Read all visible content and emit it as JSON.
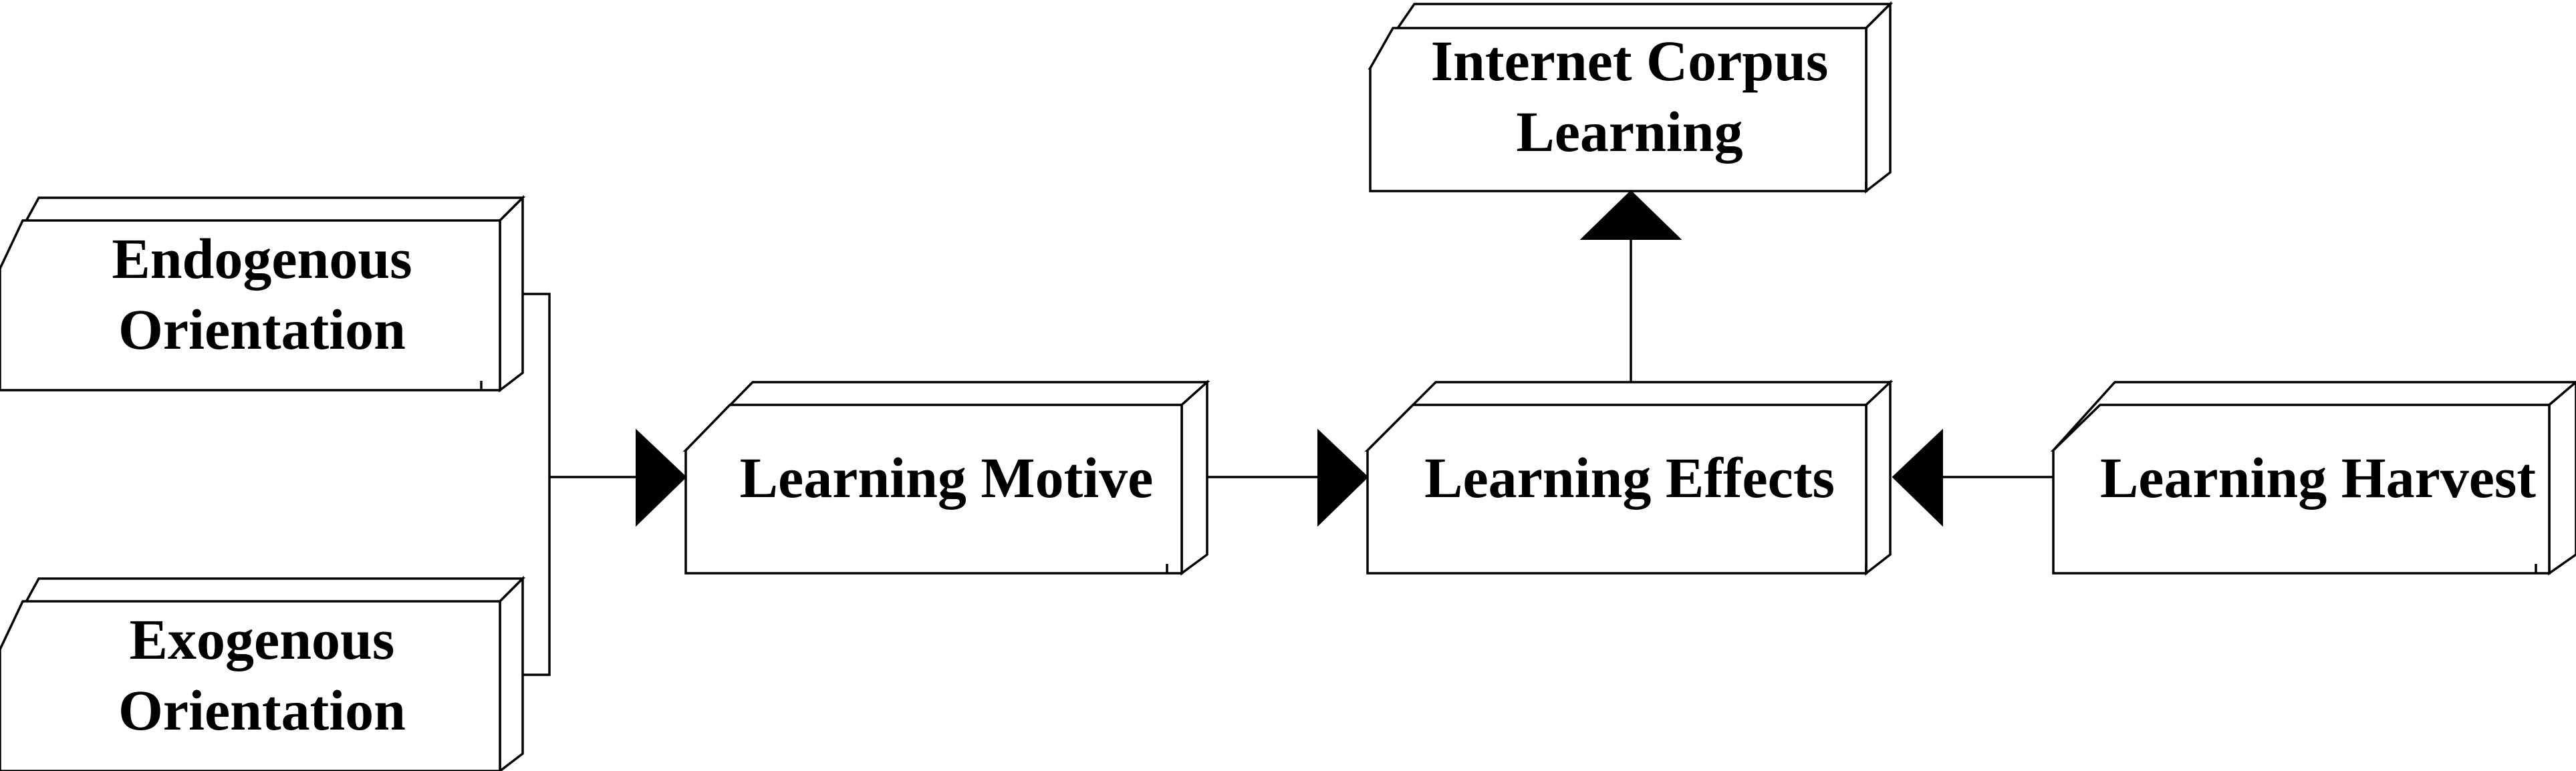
{
  "diagram": {
    "nodes": {
      "endogenous": {
        "lines": [
          "Endogenous",
          "Orientation"
        ]
      },
      "exogenous": {
        "lines": [
          "Exogenous",
          "Orientation"
        ]
      },
      "motive": {
        "lines": [
          "Learning Motive"
        ]
      },
      "effects": {
        "lines": [
          "Learning Effects"
        ]
      },
      "harvest": {
        "lines": [
          "Learning Harvest"
        ]
      },
      "corpus": {
        "lines": [
          "Internet Corpus",
          "Learning"
        ]
      }
    },
    "edges": [
      {
        "from": "endogenous",
        "to": "motive"
      },
      {
        "from": "exogenous",
        "to": "motive"
      },
      {
        "from": "motive",
        "to": "effects"
      },
      {
        "from": "harvest",
        "to": "effects"
      },
      {
        "from": "effects",
        "to": "corpus"
      }
    ],
    "colors": {
      "stroke": "#000000",
      "fill": "#ffffff",
      "text": "#000000"
    }
  }
}
